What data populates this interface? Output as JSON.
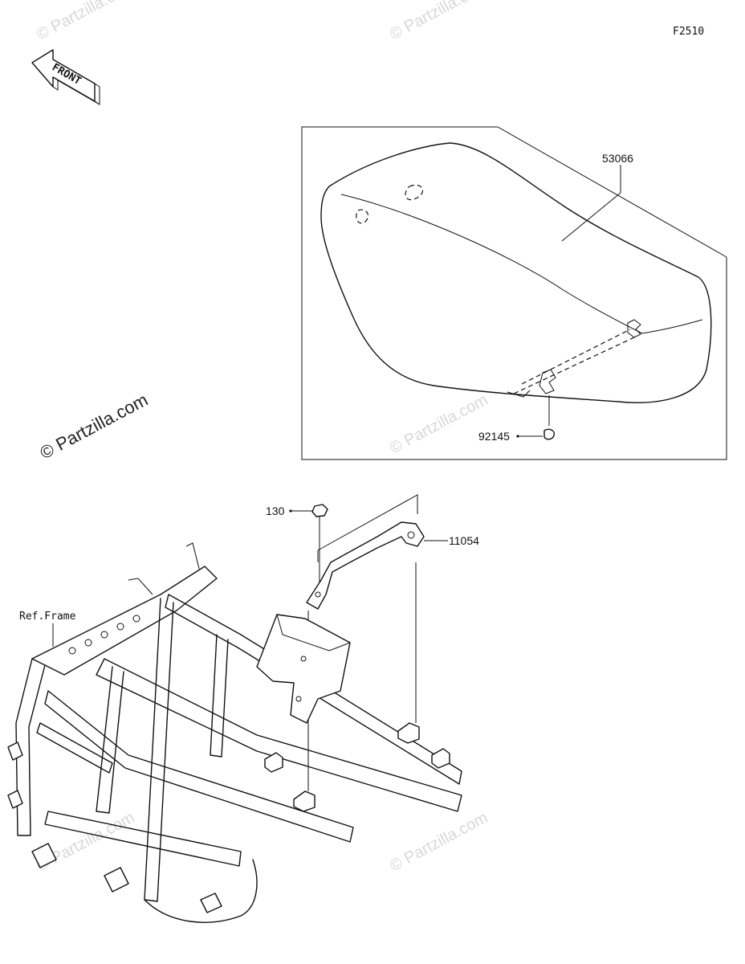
{
  "diagram": {
    "code": "F2510",
    "front_label": "FRONT",
    "ref_frame_label": "Ref.Frame",
    "watermark": "© Partzilla.com",
    "parts": [
      {
        "number": "53066"
      },
      {
        "number": "92145"
      },
      {
        "number": "130"
      },
      {
        "number": "11054"
      }
    ]
  }
}
